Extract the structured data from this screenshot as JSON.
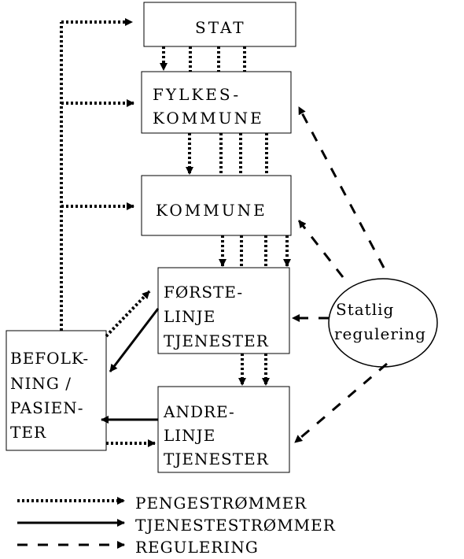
{
  "nodes": {
    "stat": "STAT",
    "fylkeskommune": [
      "FYLKES-",
      "KOMMUNE"
    ],
    "kommune": "KOMMUNE",
    "forstelinje": [
      "FØRSTE-",
      "LINJE",
      "TJENESTER"
    ],
    "andrelinje": [
      "ANDRE-",
      "LINJE",
      "TJENESTER"
    ],
    "befolkning": [
      "BEFOLK-",
      "NING /",
      "PASIEN-",
      "TER"
    ],
    "statlig_regulering": [
      "Statlig",
      "regulering"
    ]
  },
  "legend": {
    "money": "PENGESTRØMMER",
    "service": "TJENESTESTRØMMER",
    "regulation": "REGULERING"
  }
}
